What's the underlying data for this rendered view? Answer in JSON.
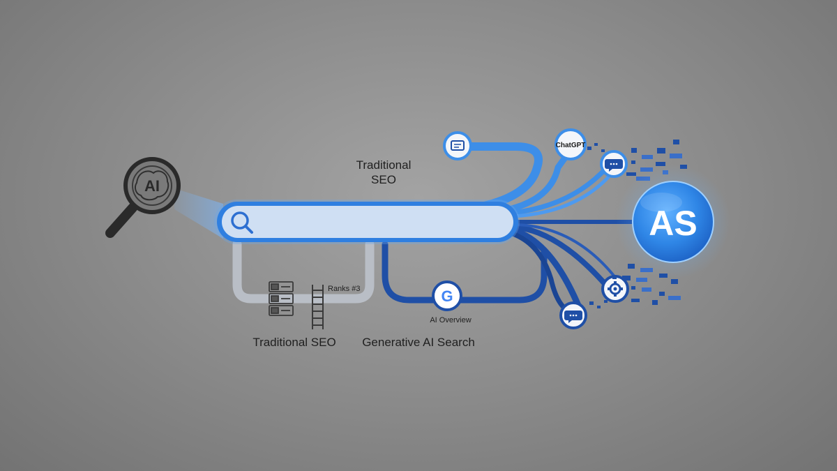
{
  "labels": {
    "top_title_line1": "Traditional",
    "top_title_line2": "SEO",
    "ranks": "Ranks #3",
    "ai_overview": "AI Overview",
    "traditional_seo": "Traditional SEO",
    "generative_ai_search": "Generative AI Search",
    "ai_badge": "AI",
    "chatgpt_badge": "ChatGPT",
    "google_letter": "G",
    "brand_logo": "AS"
  },
  "icons": {
    "left": "ai-magnifier-icon",
    "search": "search-icon",
    "message": "message-icon",
    "chat": "chat-bubble-icon",
    "gear": "gear-icon",
    "google": "google-icon",
    "server": "server-stack-icon",
    "ladder": "ladder-icon"
  },
  "colors": {
    "light_blue": "#3d8ee8",
    "dark_blue": "#1f4fa6",
    "grey_path": "#b9bec6",
    "search_bar_fill": "#cfdff3",
    "brand_circle": "#2f86e6"
  }
}
